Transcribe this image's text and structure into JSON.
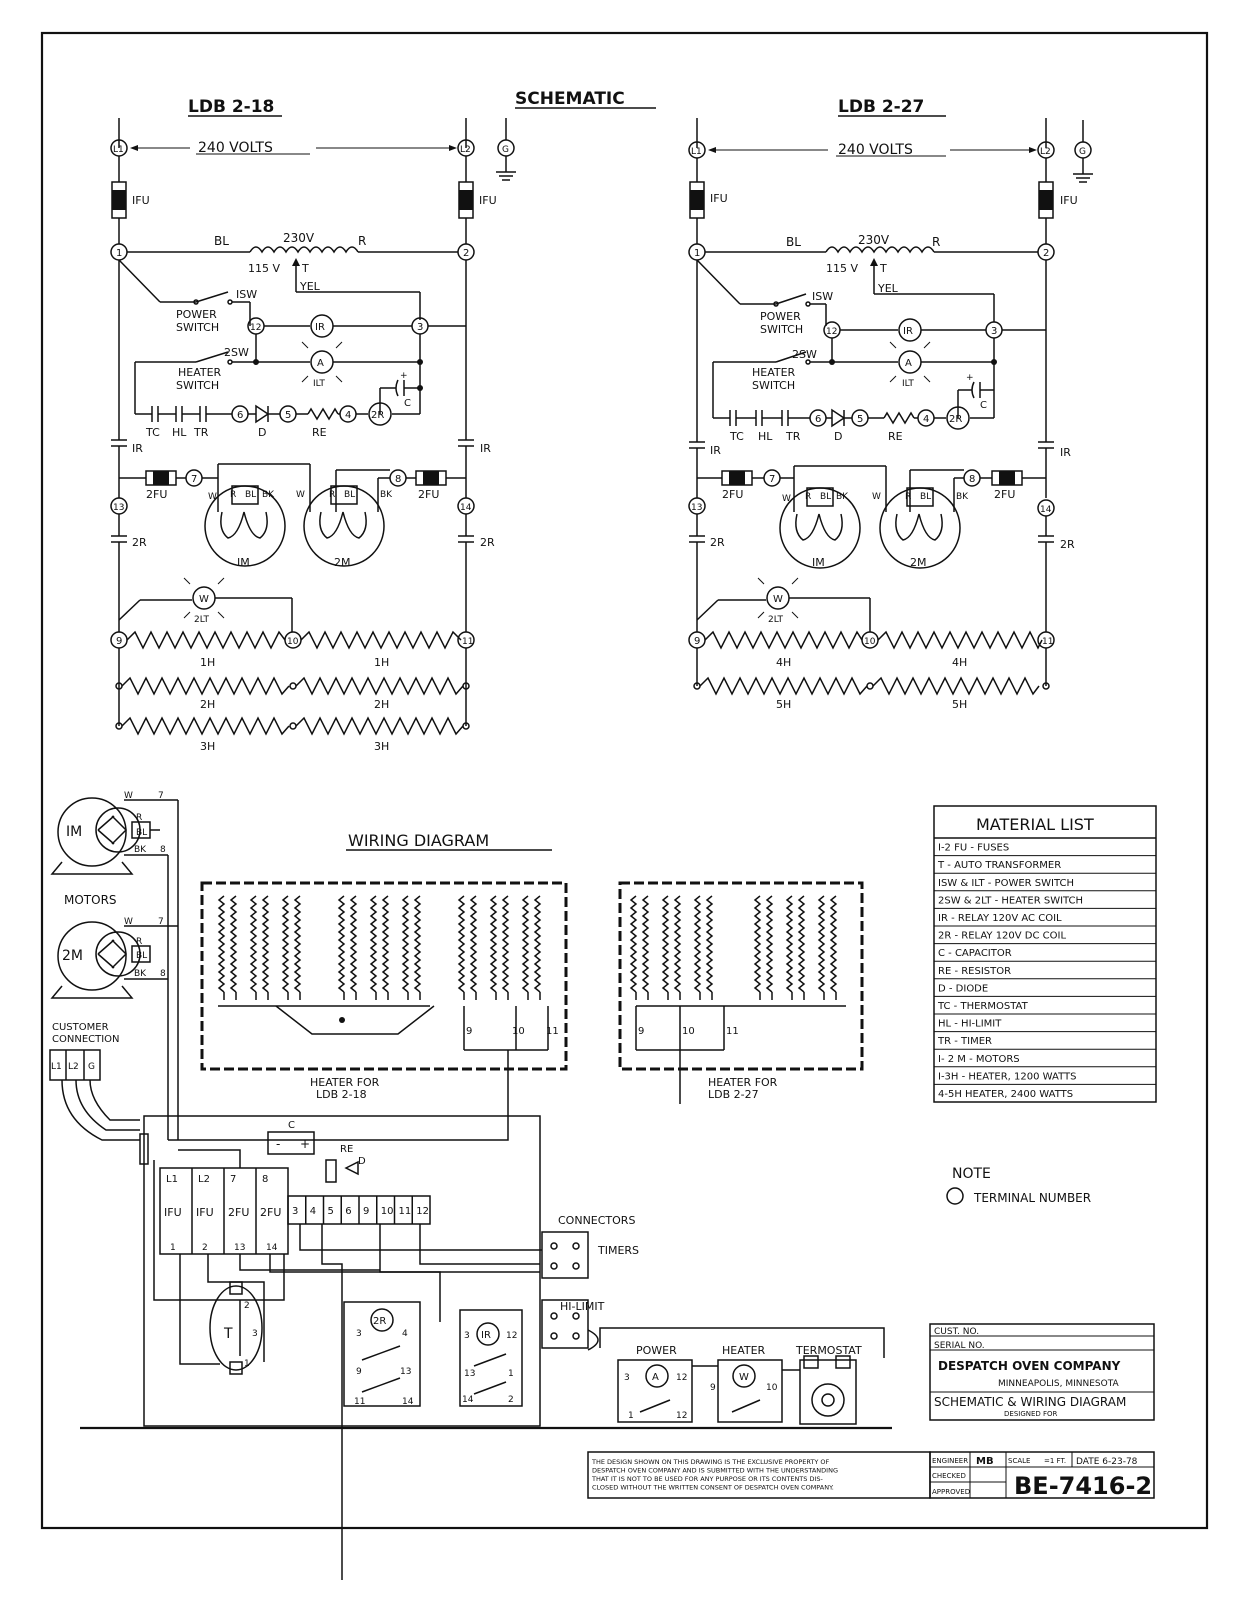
{
  "schematic": {
    "title": "SCHEMATIC",
    "left_model": "LDB 2-18",
    "right_model": "LDB 2-27",
    "voltage": "240 VOLTS",
    "terminals": {
      "l1": "L1",
      "l2": "L2",
      "ground": "G"
    },
    "labels": {
      "fuse1": "IFU",
      "fuse2": "2FU",
      "bl": "BL",
      "r": "R",
      "v230": "230V",
      "v115": "115 V",
      "t": "T",
      "yel": "YEL",
      "sw1": "ISW",
      "power_switch_1": "POWER",
      "power_switch_2": "SWITCH",
      "sw2": "2SW",
      "heater_switch_1": "HEATER",
      "heater_switch_2": "SWITCH",
      "relay1": "IR",
      "relay2": "2R",
      "ammeter": "A",
      "lamp1": "ILT",
      "lamp2": "2LT",
      "watt": "W",
      "cap": "C",
      "tc": "TC",
      "hl": "HL",
      "tr": "TR",
      "diode": "D",
      "re": "RE",
      "motor1": "IM",
      "motor2": "2M",
      "w": "W",
      "bk": "BK",
      "nodes": [
        "1",
        "2",
        "3",
        "4",
        "5",
        "6",
        "7",
        "8",
        "9",
        "10",
        "11",
        "12",
        "13",
        "14"
      ]
    },
    "left_heaters": {
      "row1": "1H",
      "row2": "2H",
      "row3": "3H"
    },
    "right_heaters": {
      "row1": "4H",
      "row2": "5H"
    }
  },
  "wiring": {
    "title": "WIRING DIAGRAM",
    "motors_label": "MOTORS",
    "motor1": "IM",
    "motor2": "2M",
    "wire_w": "W",
    "wire_r": "R",
    "wire_bl": "BL",
    "wire_bk": "BK",
    "wire_7": "7",
    "wire_8": "8",
    "customer_connection_1": "CUSTOMER",
    "customer_connection_2": "CONNECTION",
    "cust_terms": [
      "L1",
      "L2",
      "G"
    ],
    "heater_1816_caption_1": "HEATER FOR",
    "heater_1816_caption_2": "LDB 2-18",
    "heater_2227_caption_1": "HEATER FOR",
    "heater_2227_caption_2": "LDB 2-27",
    "heater_terms": [
      "9",
      "10",
      "11"
    ],
    "terminal_top": [
      "L1",
      "L2",
      "7",
      "8"
    ],
    "terminal_mid": [
      "IFU",
      "IFU",
      "2FU",
      "2FU"
    ],
    "terminal_bot": [
      "1",
      "2",
      "13",
      "14"
    ],
    "strip": [
      "3",
      "4",
      "5",
      "6",
      "9",
      "10",
      "11",
      "12"
    ],
    "cap": "C",
    "cap_minus": "-",
    "cap_plus": "+",
    "re": "RE",
    "d": "D",
    "connectors": "CONNECTORS",
    "timers": "TIMERS",
    "hi_limit": "HI-LIMIT",
    "relay2": "2R",
    "relay1": "IR",
    "relay2_pins": [
      "3",
      "4",
      "9",
      "13",
      "11",
      "14"
    ],
    "relay1_pins": [
      "3",
      "12",
      "13",
      "1",
      "14",
      "2"
    ],
    "transformer_label": "T",
    "transformer_pins": [
      "2",
      "3",
      "1"
    ],
    "power": "POWER",
    "heater": "HEATER",
    "termostat": "TERMOSTAT",
    "ammeter": "A",
    "watt": "W",
    "power_pins": [
      "3",
      "12",
      "1",
      "12"
    ],
    "heater_pins": [
      "9",
      "10"
    ]
  },
  "material_list": {
    "title": "MATERIAL LIST",
    "items": [
      "I-2 FU - FUSES",
      "T - AUTO TRANSFORMER",
      "ISW & ILT - POWER SWITCH",
      "2SW & 2LT - HEATER SWITCH",
      "IR - RELAY 120V AC COIL",
      "2R - RELAY 120V DC COIL",
      "C - CAPACITOR",
      "RE - RESISTOR",
      "D - DIODE",
      "TC - THERMOSTAT",
      "HL - HI-LIMIT",
      "TR - TIMER",
      "I- 2 M - MOTORS",
      "I-3H - HEATER, 1200 WATTS",
      "4-5H HEATER, 2400 WATTS"
    ]
  },
  "note": {
    "title": "NOTE",
    "text": "TERMINAL NUMBER"
  },
  "title_block": {
    "cust_no": "CUST. NO.",
    "serial_no": "SERIAL NO.",
    "company": "DESPATCH OVEN COMPANY",
    "location": "MINNEAPOLIS, MINNESOTA",
    "drawing_title": "SCHEMATIC & WIRING DIAGRAM",
    "designed_for": "DESIGNED FOR",
    "engineer": "ENGINEER",
    "engineer_initials": "MB",
    "scale": "SCALE",
    "scale_value": "=1 FT.",
    "date": "DATE 6-23-78",
    "checked": "CHECKED",
    "approved": "APPROVED",
    "drawing_number": "BE-7416-2",
    "disclaimer": [
      "THE DESIGN SHOWN ON THIS DRAWING IS THE EXCLUSIVE PROPERTY OF",
      "DESPATCH OVEN COMPANY AND IS SUBMITTED WITH THE UNDERSTANDING",
      "THAT IT IS NOT TO BE USED FOR ANY PURPOSE OR ITS CONTENTS DIS-",
      "CLOSED WITHOUT THE WRITTEN CONSENT OF DESPATCH OVEN COMPANY."
    ]
  }
}
